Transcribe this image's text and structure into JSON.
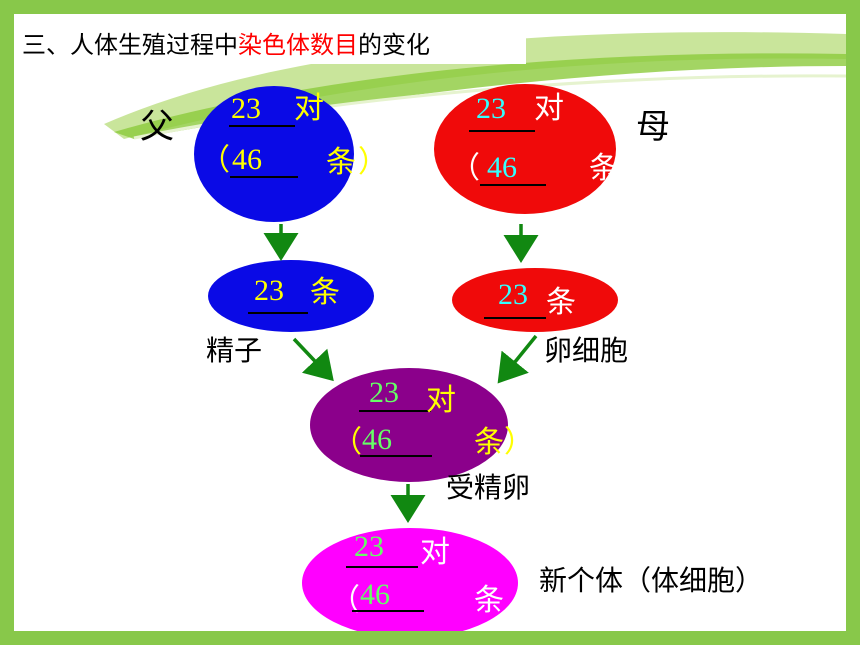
{
  "title": {
    "prefix": "三、人体生殖过程中",
    "highlight": "染色体数目",
    "suffix": "的变化"
  },
  "labels": {
    "father": "父",
    "mother": "母",
    "sperm": "精子",
    "egg": "卵细胞",
    "zygote": "受精卵",
    "new_individual": "新个体（体细胞）"
  },
  "units": {
    "pair": "对",
    "strand": "条",
    "open_paren": "（",
    "close_paren": "）"
  },
  "cells": {
    "father": {
      "pairs": "23",
      "count": "46"
    },
    "mother": {
      "pairs": "23",
      "count": "46"
    },
    "sperm": {
      "count": "23"
    },
    "egg": {
      "count": "23"
    },
    "zygote": {
      "pairs": "23",
      "count": "46"
    },
    "new_individual": {
      "pairs": "23",
      "count": "46"
    }
  },
  "colors": {
    "border": "#88C84A",
    "father_cell": "#0A0AE6",
    "mother_cell": "#F00A0A",
    "zygote_cell": "#8B008B",
    "new_cell": "#FF00FF",
    "arrow": "#118811",
    "highlight_text": "#FF0000"
  }
}
